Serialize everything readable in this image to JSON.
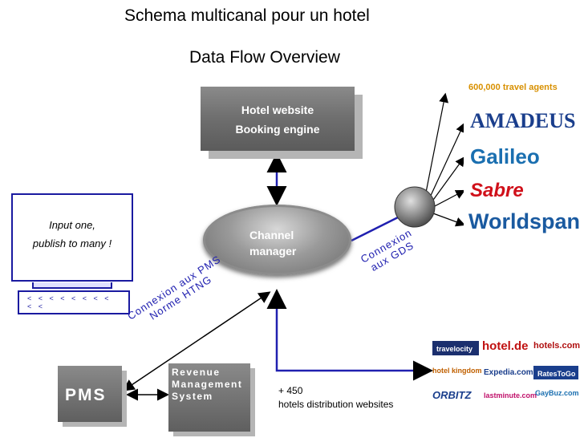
{
  "titles": {
    "main": "Schema multicanal pour un hotel",
    "sub": "Data Flow Overview"
  },
  "website": {
    "line1": "Hotel website",
    "line2": "Booking engine"
  },
  "channel": {
    "line1": "Channel",
    "line2": "manager"
  },
  "monitor": {
    "line1": "Input one,",
    "line2": "publish to many !",
    "keys": "< < < < < < < < < <"
  },
  "pms": {
    "label": "PMS"
  },
  "rms": {
    "line1": "Revenue",
    "line2": "Management",
    "line3": "System"
  },
  "labels": {
    "pms_conn_1": "Connexion aux PMS",
    "pms_conn_2": "Norme HTNG",
    "gds_conn_1": "Connexion",
    "gds_conn_2": "aux GDS",
    "hotels_1": "+ 450",
    "hotels_2": "hotels distribution websites"
  },
  "gds": {
    "agents": "600,000 travel agents",
    "amadeus": "AMADEUS",
    "galileo": "Galileo",
    "sabre": "Sabre",
    "worldspan": "Worldspan"
  },
  "sites": {
    "travelocity": "travelocity",
    "hotelde": "hotel.de",
    "hotelscom": "hotels.com",
    "hotelkingdom": "hotel kingdom",
    "expedia": "Expedia.com",
    "ratestogo": "RatesToGo",
    "orbitz": "ORBITZ",
    "lastminute": "lastminute.com",
    "gaybuz": "GayBuz.com"
  }
}
